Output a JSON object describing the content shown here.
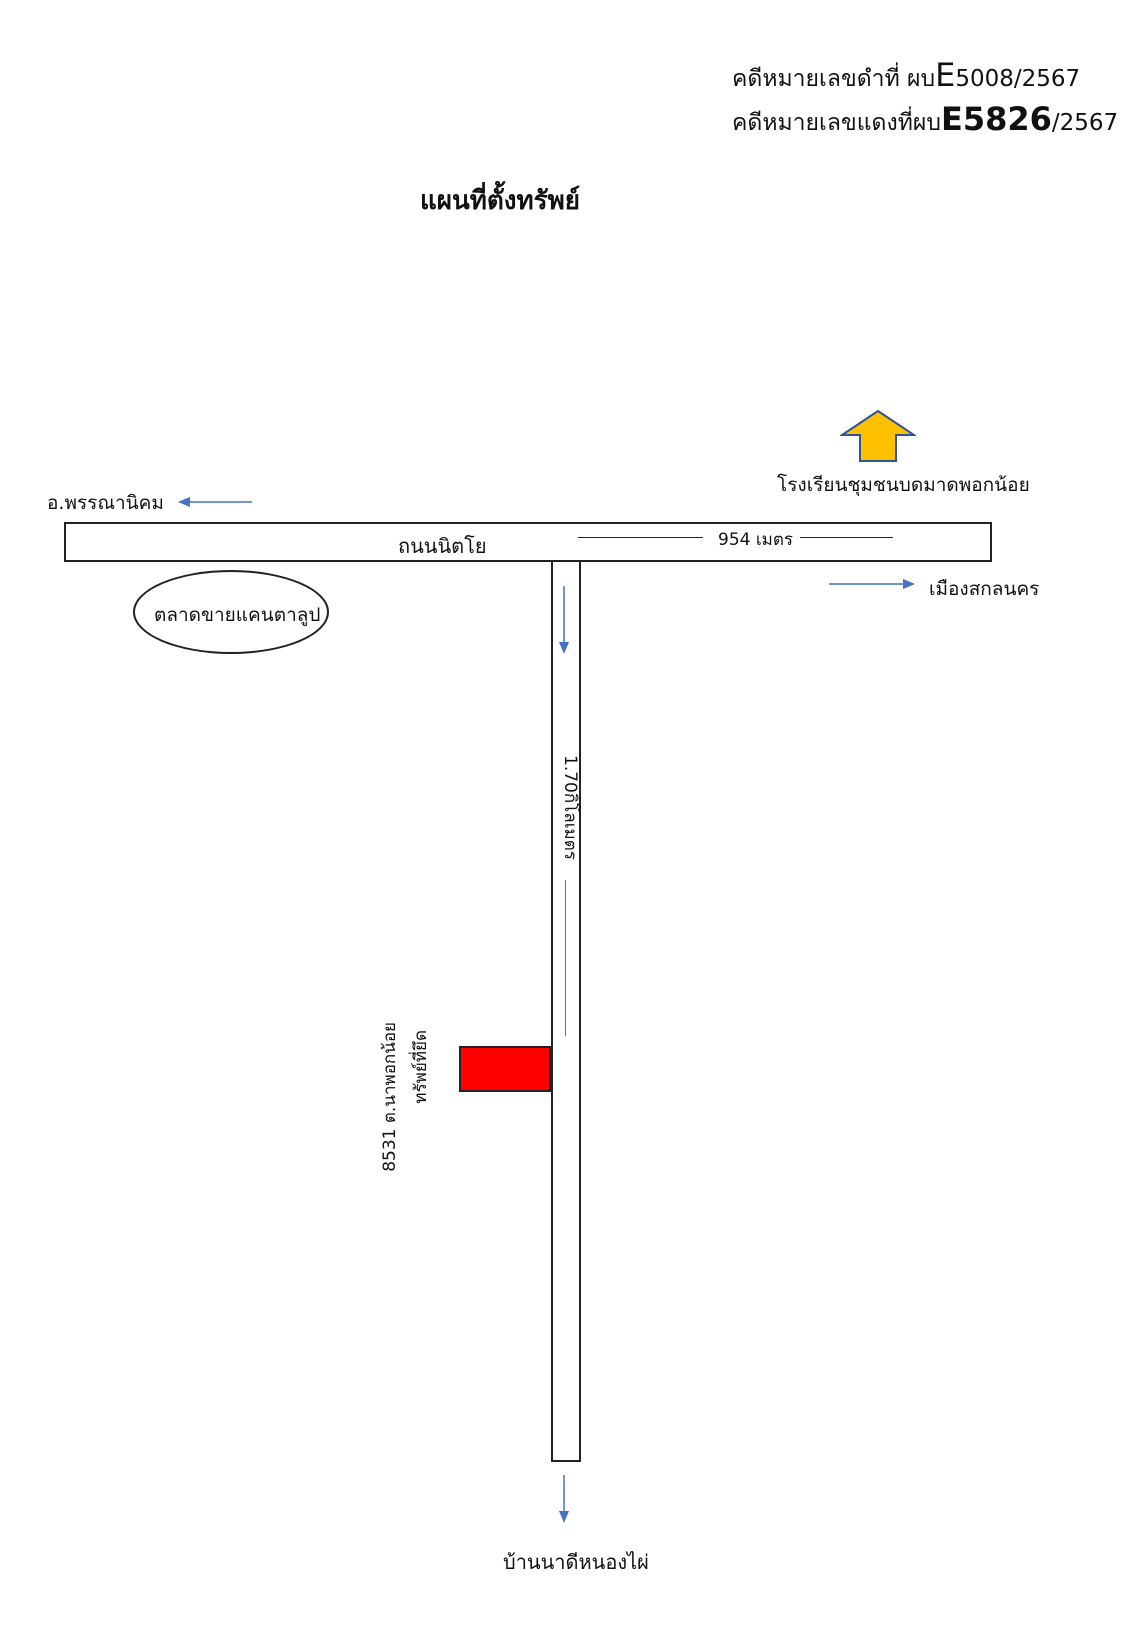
{
  "case": {
    "black_prefix": "คดีหมายเลขดำที่ ผบ",
    "black_letter": "E",
    "black_number": "5008/2567",
    "red_prefix": "คดีหมายเลขแดงที่ผบ",
    "red_letter_number": "E5826",
    "red_year": "/2567"
  },
  "title": "แผนที่ตั้งทรัพย์",
  "labels": {
    "left_district": "อ.พรรณานิคม",
    "school": "โรงเรียนชุมชนบดมาดพอกน้อย",
    "road_name": "ถนนนิตโย",
    "distance_horizontal": "954 เมตร",
    "city": "เมืองสกลนคร",
    "market": "ตลาดขายแคนตาลูป",
    "distance_vertical": "1.70กิโลเมตร",
    "property_name": "ทรัพย์ที่ยึด",
    "property_detail": "8531 ต.นาพอกน้อย",
    "destination_south": "บ้านนาดีหนองไผ่"
  },
  "colors": {
    "arrow_blue": "#4472c4",
    "property_red": "#ff0000",
    "north_arrow_fill": "#ffc000",
    "north_arrow_stroke": "#2f5597"
  },
  "icons": [
    "north-arrow-icon",
    "arrow-left-icon",
    "arrow-right-icon",
    "arrow-down-icon"
  ]
}
